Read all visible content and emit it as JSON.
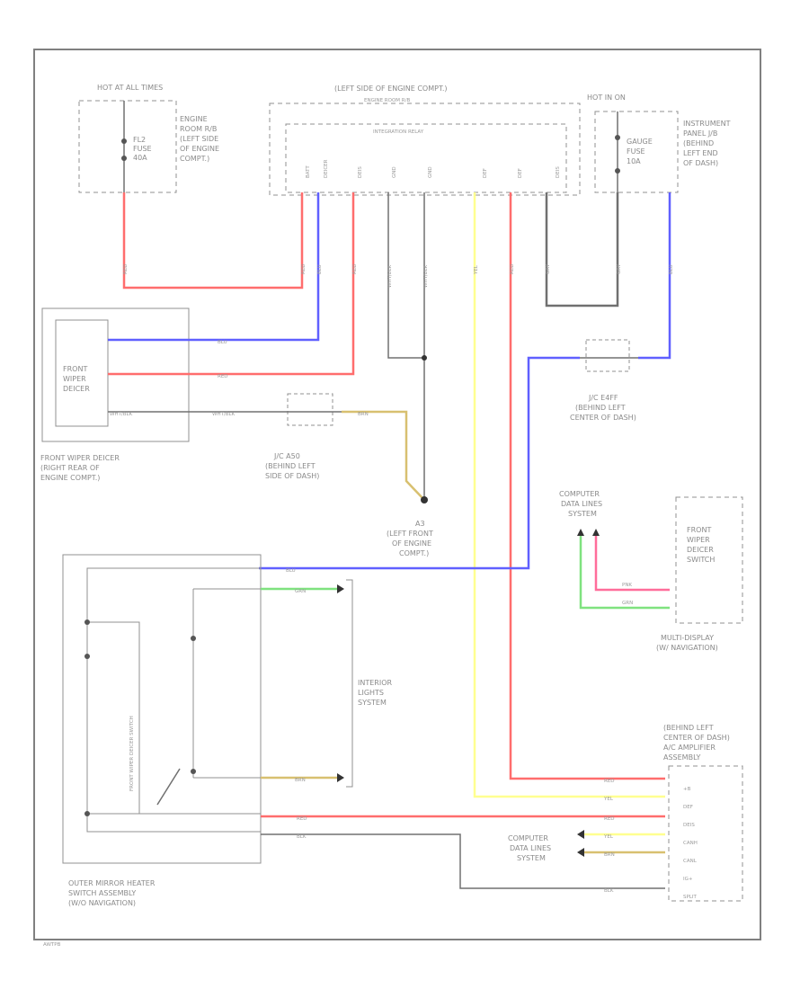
{
  "components": {
    "hot_at_all_times": "HOT AT ALL TIMES",
    "engine_room_rb": [
      "ENGINE",
      "ROOM R/B",
      "(LEFT SIDE",
      "OF ENGINE",
      "COMPT.)"
    ],
    "fuse_fl2": [
      "FL2",
      "FUSE",
      "40A"
    ],
    "engine_room_rb_top": "(LEFT SIDE OF ENGINE COMPT.)",
    "engine_room_rb_sub": "ENGINE ROOM R/B",
    "integration_relay": "INTEGRATION RELAY",
    "hot_in_on": "HOT IN ON",
    "gauge_fuse": [
      "GAUGE",
      "FUSE",
      "10A"
    ],
    "instrument_panel_jb": [
      "INSTRUMENT",
      "PANEL J/B",
      "(BEHIND",
      "LEFT END",
      "OF DASH)"
    ],
    "front_wiper_deicer": [
      "FRONT",
      "WIPER",
      "DEICER"
    ],
    "front_wiper_deicer_loc": [
      "FRONT WIPER DEICER",
      "(RIGHT REAR OF",
      "ENGINE COMPT.)"
    ],
    "jc_a50": [
      "J/C A50",
      "(BEHIND LEFT",
      "SIDE OF DASH)"
    ],
    "jc_e4ff": [
      "J/C E4FF",
      "(BEHIND LEFT",
      "CENTER OF DASH)"
    ],
    "ground_a3": [
      "A3",
      "(LEFT FRONT",
      "OF ENGINE",
      "COMPT.)"
    ],
    "computer_data_lines_1": [
      "COMPUTER",
      "DATA LINES",
      "SYSTEM"
    ],
    "front_wiper_deicer_switch": [
      "FRONT",
      "WIPER",
      "DEICER",
      "SWITCH"
    ],
    "multi_display": [
      "MULTI-DISPLAY",
      "(W/ NAVIGATION)"
    ],
    "mirror_switch": [
      "OUTER MIRROR HEATER",
      "SWITCH ASSEMBLY",
      "(W/O NAVIGATION)"
    ],
    "switch_vertical": "FRONT WIPER DEICER SWITCH",
    "interior_lights": [
      "INTERIOR",
      "LIGHTS",
      "SYSTEM"
    ],
    "ac_amplifier": [
      "(BEHIND LEFT",
      "CENTER OF DASH)",
      "A/C AMPLIFIER",
      "ASSEMBLY"
    ],
    "computer_data_lines_2": [
      "COMPUTER",
      "DATA LINES",
      "SYSTEM"
    ],
    "footer_code": "AWTPB"
  },
  "relay_pins": [
    "BATT",
    "DEICER",
    "DEIS",
    "GND",
    "GND",
    "DEF",
    "DEF",
    "DEIS"
  ],
  "amp_pins": [
    "+B",
    "DEF",
    "DEIS",
    "CANH",
    "CANL",
    "IG+",
    "SPLIT"
  ],
  "wire_labels": {
    "red": "RED",
    "blu": "BLU",
    "yel": "YEL",
    "grn": "GRN",
    "gry": "GRY",
    "blk": "BLK",
    "wht_blk": "WHT/BLK",
    "pnk": "PNK",
    "brn": "BRN"
  },
  "colors": {
    "red": "#ff6d6d",
    "blue": "#6060ff",
    "yellow": "#ffff90",
    "green": "#7fe27f",
    "pink": "#ff6d9a",
    "gray": "#707070",
    "tan": "#d8c070",
    "frame": "#808080",
    "dash": "#909090"
  }
}
